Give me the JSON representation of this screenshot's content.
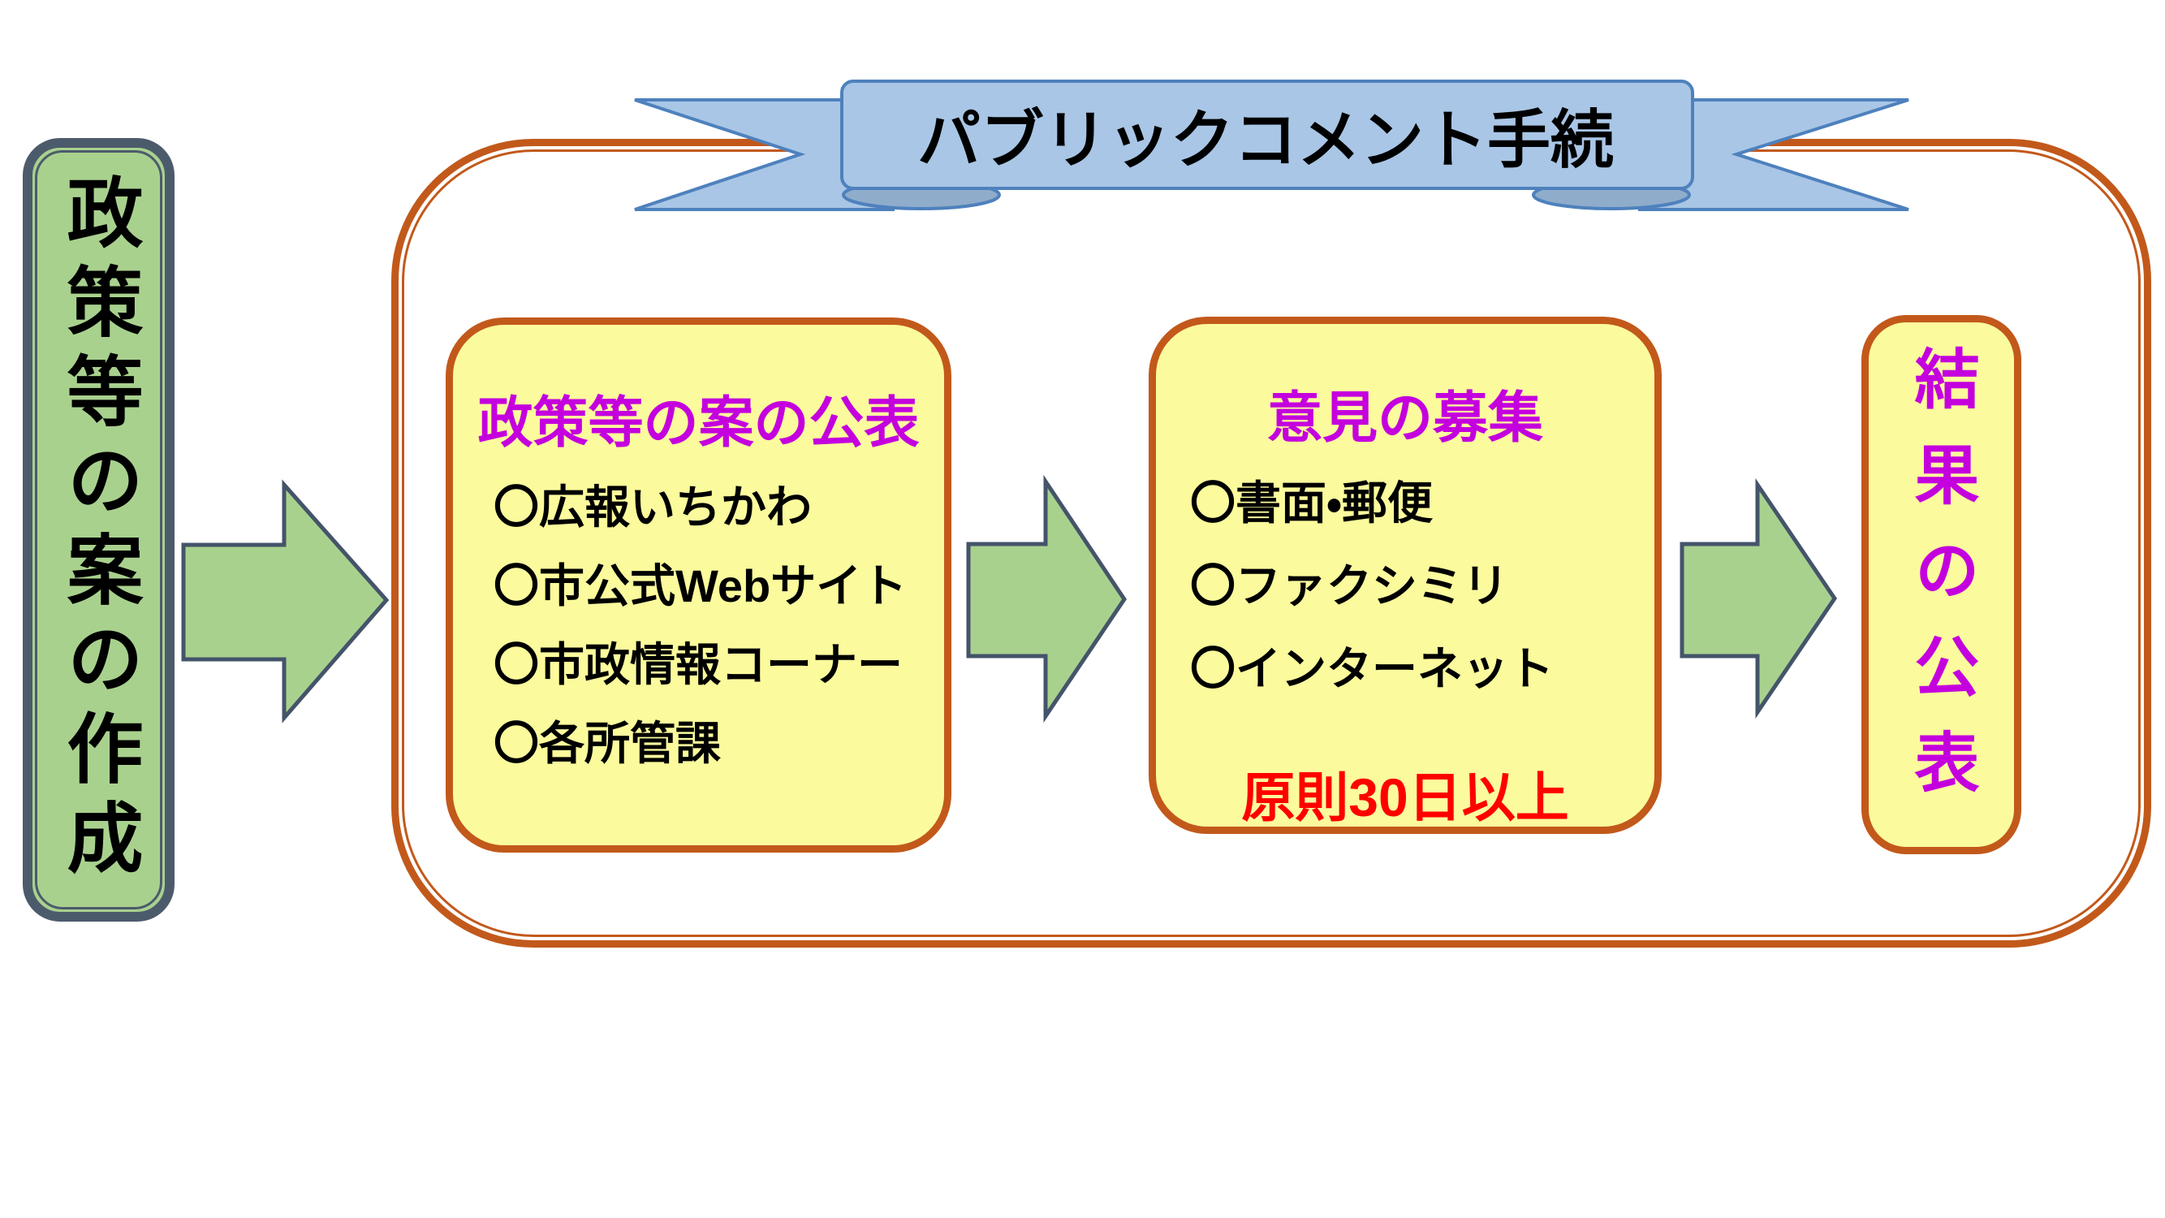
{
  "banner": {
    "title": "パブリックコメント手続"
  },
  "source_box": {
    "label": "政策等の案の作成"
  },
  "flow": {
    "publication": {
      "title": "政策等の案の公表",
      "items": [
        "〇広報いちかわ",
        "〇市公式Webサイト",
        "〇市政情報コーナー",
        "〇各所管課"
      ]
    },
    "solicitation": {
      "title": "意見の募集",
      "items": [
        "〇書面・郵便",
        "〇ファクシミリ",
        "〇インターネット"
      ],
      "note": "原則30日以上"
    },
    "results": {
      "title": "結果の公表"
    }
  },
  "colors": {
    "container_border": "#c2591b",
    "box_fill": "#fbfb9d",
    "box_border": "#c2591b",
    "title_text": "#c400de",
    "note_text": "#ff0000",
    "ribbon_fill": "#a9c6e6",
    "ribbon_stroke": "#4e81bd",
    "ribbon_fold": "#8faccb",
    "arrow_fill": "#a9d18e",
    "arrow_stroke": "#44546a",
    "source_fill": "#a9d18e",
    "source_border": "#4c5b6c",
    "body_text": "#000000"
  }
}
